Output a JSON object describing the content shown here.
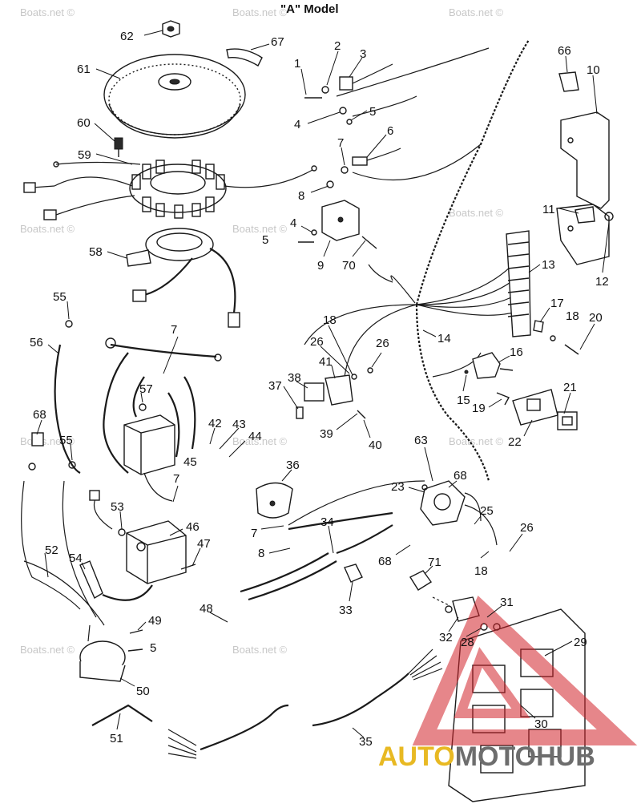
{
  "title": "\"A\" Model",
  "watermark": "Boats.net ©",
  "logo": {
    "part1": "AUTO",
    "part2": "MOTO",
    "part3": "HUB",
    "color_gold": "#e8b923",
    "color_gray": "#6d6d6d",
    "color_red": "#d2232a"
  },
  "callouts": {
    "c1": "1",
    "c2": "2",
    "c3": "3",
    "c4a": "4",
    "c4b": "4",
    "c5a": "5",
    "c5b": "5",
    "c5c": "5",
    "c6": "6",
    "c7a": "7",
    "c7b": "7",
    "c7c": "7",
    "c7d": "7",
    "c8a": "8",
    "c8b": "8",
    "c9": "9",
    "c10": "10",
    "c11": "11",
    "c12": "12",
    "c13": "13",
    "c14": "14",
    "c15": "15",
    "c16": "16",
    "c17": "17",
    "c18a": "18",
    "c18b": "18",
    "c18c": "18",
    "c19": "19",
    "c20": "20",
    "c21": "21",
    "c22": "22",
    "c23": "23",
    "c25": "25",
    "c26a": "26",
    "c26b": "26",
    "c26c": "26",
    "c28": "28",
    "c29": "29",
    "c30": "30",
    "c31": "31",
    "c32": "32",
    "c33": "33",
    "c34": "34",
    "c35": "35",
    "c36": "36",
    "c37": "37",
    "c38": "38",
    "c39": "39",
    "c40": "40",
    "c41": "41",
    "c42": "42",
    "c43": "43",
    "c44": "44",
    "c45": "45",
    "c46": "46",
    "c47": "47",
    "c48": "48",
    "c49": "49",
    "c50": "50",
    "c51": "51",
    "c52": "52",
    "c53": "53",
    "c54": "54",
    "c55a": "55",
    "c55b": "55",
    "c56": "56",
    "c57": "57",
    "c58": "58",
    "c59": "59",
    "c60": "60",
    "c61": "61",
    "c62": "62",
    "c63": "63",
    "c66": "66",
    "c67": "67",
    "c68a": "68",
    "c68b": "68",
    "c68c": "68",
    "c70": "70",
    "c71": "71"
  }
}
